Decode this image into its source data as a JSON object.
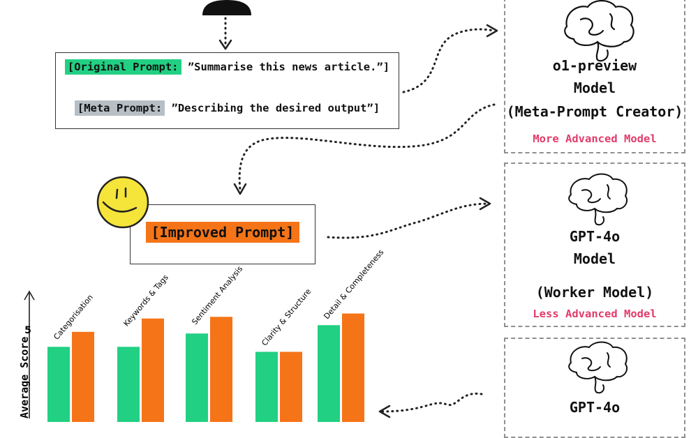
{
  "prompt_box": {
    "original_label": "[Original Prompt:",
    "original_text": " ”Summarise this news article.”]",
    "meta_label": "[Meta Prompt:",
    "meta_text": " ”Describing the desired output”]"
  },
  "improved_prompt": {
    "label": "[Improved Prompt]"
  },
  "models": [
    {
      "line1": "o1-preview",
      "line2": "Model",
      "line3": "(Meta-Prompt Creator)",
      "sub": "More Advanced Model"
    },
    {
      "line1": "GPT-4o",
      "line2": "Model",
      "line3": "(Worker Model)",
      "sub": "Less Advanced Model"
    },
    {
      "line1": "GPT-4o"
    }
  ],
  "chart_data": {
    "type": "bar",
    "ylabel": "Average Score",
    "ytick": "5",
    "categories": [
      "Categorisation",
      "Keywords & Tags",
      "Sentiment Analysis",
      "Clarity & Structure",
      "Detail & Completeness"
    ],
    "series": [
      {
        "color": "#22d083",
        "values": [
          4.45,
          4.45,
          4.85,
          4.3,
          5.1
        ]
      },
      {
        "color": "#f57418",
        "values": [
          4.9,
          5.3,
          5.35,
          4.3,
          5.45
        ]
      }
    ],
    "ylim": [
      2.3,
      6.2
    ]
  },
  "colors": {
    "green": "#22d083",
    "orange": "#f57418",
    "grey": "#b7bfc5",
    "pink": "#e23b6a",
    "smiley": "#f5e43a"
  }
}
